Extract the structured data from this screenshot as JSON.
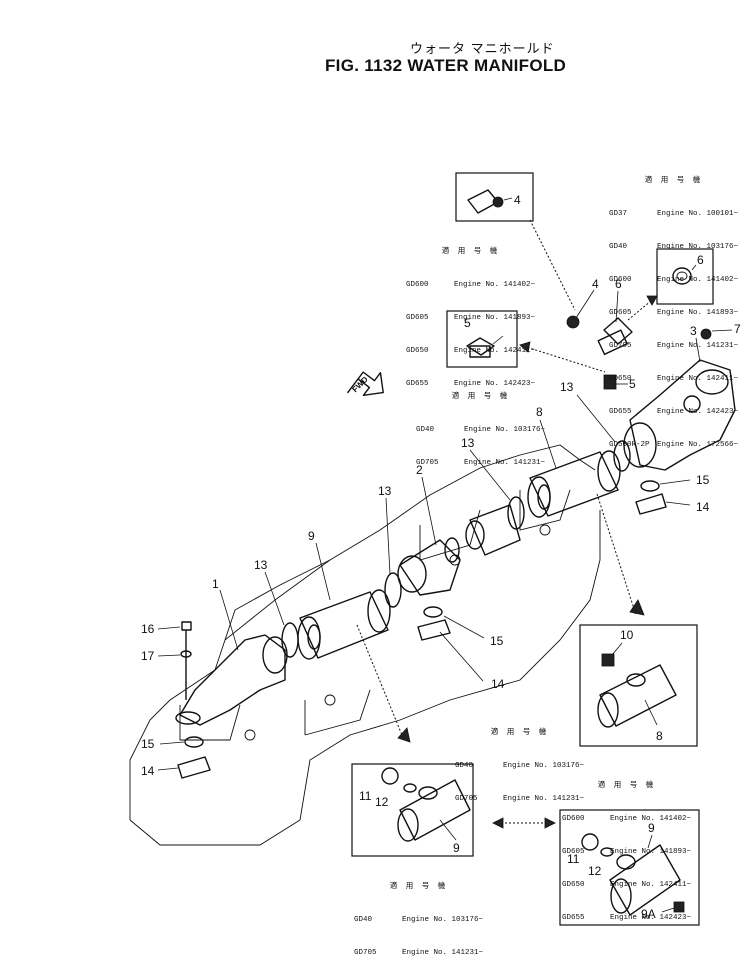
{
  "title_jp": "ウォータ マニホールド",
  "title_en": "FIG. 1132 WATER MANIFOLD",
  "fwd_label": "FWD",
  "apply_header": "適 用 号 機",
  "applicability": [
    {
      "rows": [
        {
          "model": "GD37",
          "serial": "Engine No. 100101~"
        },
        {
          "model": "GD40",
          "serial": "Engine No. 103176~"
        },
        {
          "model": "GD600",
          "serial": "Engine No. 141402~"
        },
        {
          "model": "GD605",
          "serial": "Engine No. 141893~"
        },
        {
          "model": "GD705",
          "serial": "Engine No. 141231~"
        },
        {
          "model": "GD650",
          "serial": "Engine No. 142411~"
        },
        {
          "model": "GD655",
          "serial": "Engine No. 142423~"
        },
        {
          "model": "GD500R-2P",
          "serial": "Engine No. 172566~"
        }
      ]
    },
    {
      "rows": [
        {
          "model": "GD600",
          "serial": "Engine No. 141402~"
        },
        {
          "model": "GD605",
          "serial": "Engine No. 141893~"
        },
        {
          "model": "GD650",
          "serial": "Engine No. 142411~"
        },
        {
          "model": "GD655",
          "serial": "Engine No. 142423~"
        }
      ]
    },
    {
      "rows": [
        {
          "model": "GD40",
          "serial": "Engine No. 103176~"
        },
        {
          "model": "GD705",
          "serial": "Engine No. 141231~"
        }
      ]
    },
    {
      "rows": [
        {
          "model": "GD40",
          "serial": "Engine No. 103176~"
        },
        {
          "model": "GD705",
          "serial": "Engine No. 141231~"
        }
      ]
    },
    {
      "rows": [
        {
          "model": "GD40",
          "serial": "Engine No. 103176~"
        },
        {
          "model": "GD705",
          "serial": "Engine No. 141231~"
        }
      ]
    },
    {
      "rows": [
        {
          "model": "GD600",
          "serial": "Engine No. 141402~"
        },
        {
          "model": "GD605",
          "serial": "Engine No. 141893~"
        },
        {
          "model": "GD650",
          "serial": "Engine No. 142411~"
        },
        {
          "model": "GD655",
          "serial": "Engine No. 142423~"
        }
      ]
    }
  ],
  "callouts": {
    "c1": "1",
    "c2": "2",
    "c3": "3",
    "c4": "4",
    "c4b": "4",
    "c5": "5",
    "c5b": "5",
    "c6": "6",
    "c6b": "6",
    "c7": "7",
    "c8": "8",
    "c8b": "8",
    "c9": "9",
    "c9b": "9",
    "c9c": "9",
    "c9a": "9A",
    "c10": "10",
    "c11": "11",
    "c11b": "11",
    "c12": "12",
    "c12b": "12",
    "c13a": "13",
    "c13b": "13",
    "c13c": "13",
    "c13d": "13",
    "c14a": "14",
    "c14b": "14",
    "c14c": "14",
    "c15a": "15",
    "c15b": "15",
    "c15c": "15",
    "c16": "16",
    "c17": "17"
  }
}
